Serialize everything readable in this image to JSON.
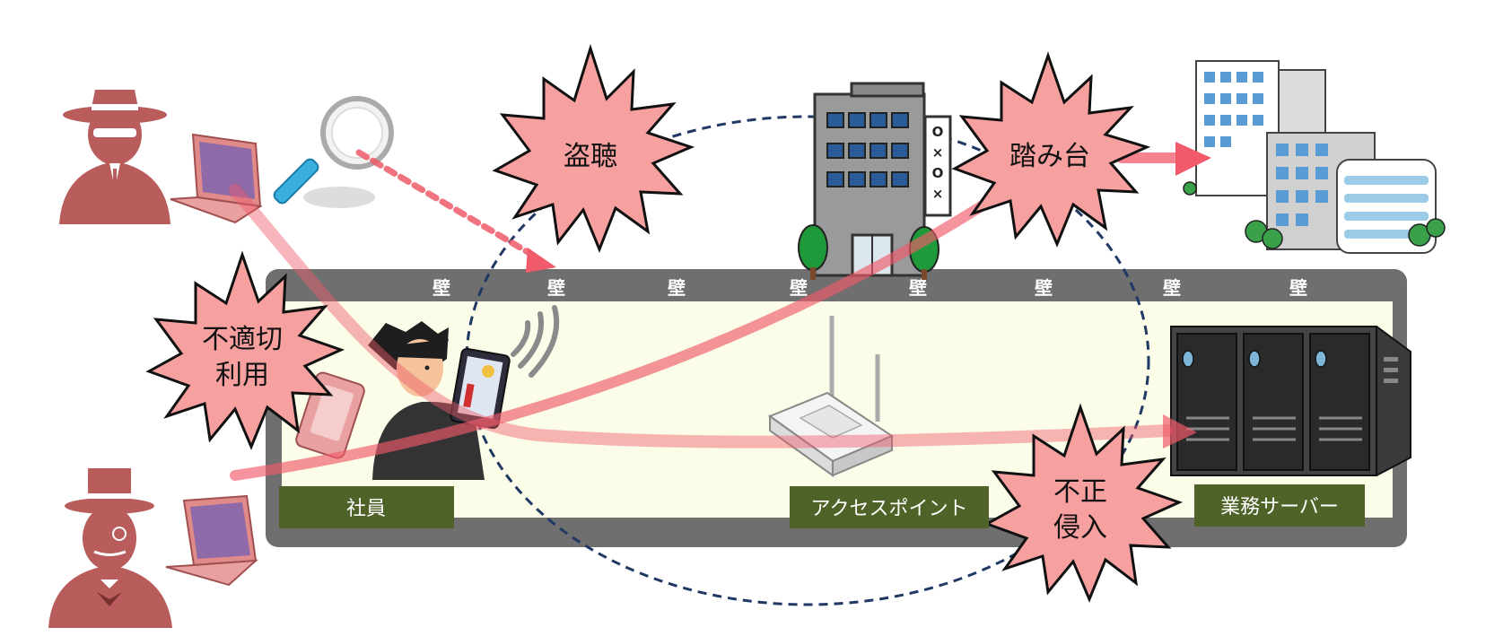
{
  "wall_label": "壁",
  "labels": {
    "employee": "社員",
    "access_point": "アクセスポイント",
    "business_server": "業務サーバー"
  },
  "threats": {
    "eavesdropping": "盗聴",
    "stepping_stone": "踏み台",
    "misuse_line1": "不適切",
    "misuse_line2": "利用",
    "intrusion_line1": "不正",
    "intrusion_line2": "侵入"
  },
  "building_sign": "O×O×",
  "colors": {
    "wall": "#6f6f6f",
    "inner": "#fbfde9",
    "label_bg": "#4f6228",
    "burst_fill": "#f6a0a0",
    "arrow": "#f05a6a",
    "attacker": "#b85c5c",
    "dash_circle": "#1f3864"
  }
}
